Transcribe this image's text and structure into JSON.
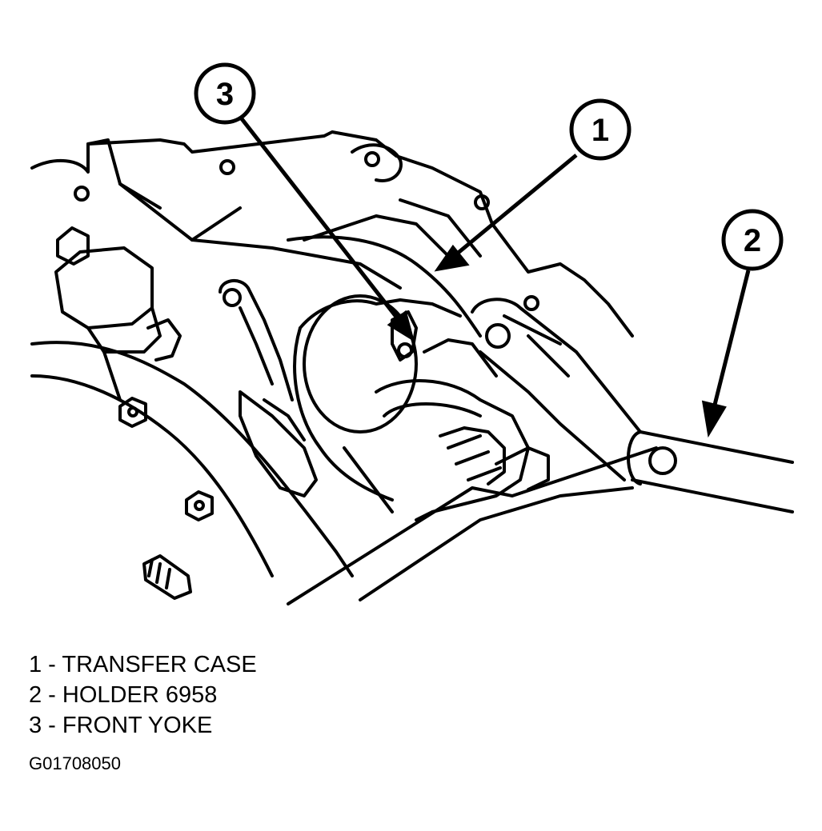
{
  "callouts": [
    {
      "num": "1",
      "label": "TRANSFER CASE"
    },
    {
      "num": "2",
      "label": "HOLDER 6958"
    },
    {
      "num": "3",
      "label": "FRONT YOKE"
    }
  ],
  "legend": [
    "1 - TRANSFER CASE",
    "2 - HOLDER 6958",
    "3 - FRONT YOKE"
  ],
  "figure_code": "G01708050",
  "colors": {
    "ink": "#000000",
    "paper": "#ffffff"
  }
}
